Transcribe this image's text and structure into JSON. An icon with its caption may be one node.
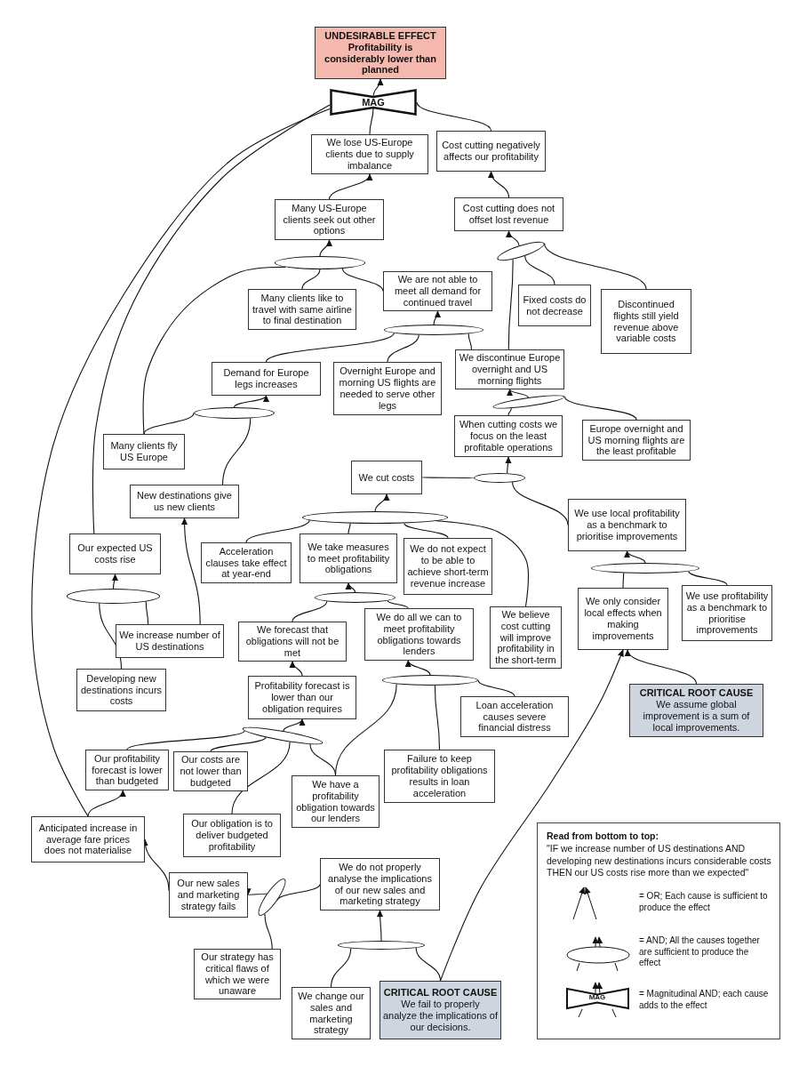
{
  "diagram": {
    "nodes": [
      {
        "text": [
          "UNDESIRABLE EFFECT",
          "Profitability is considerably lower than planned"
        ]
      },
      {
        "text": [
          "MAG"
        ]
      },
      {
        "text": [
          "We lose US-Europe clients due to supply imbalance"
        ]
      },
      {
        "text": [
          "Cost cutting negatively affects our profitability"
        ]
      },
      {
        "text": [
          "Many US-Europe clients seek out other options"
        ]
      },
      {
        "text": [
          "Cost cutting does not offset lost revenue"
        ]
      },
      {
        "text": [],
        "shape": "ellipse"
      },
      {
        "text": [],
        "shape": "ellipse"
      },
      {
        "text": [
          "Many clients like to travel with same airline to final destination"
        ]
      },
      {
        "text": [
          "We are not able to meet all demand for continued travel"
        ]
      },
      {
        "text": [
          "Fixed costs do not decrease"
        ]
      },
      {
        "text": [
          "Discontinued flights still yield revenue above variable costs"
        ]
      },
      {
        "text": [],
        "shape": "ellipse"
      },
      {
        "text": [
          "Demand for Europe legs increases"
        ]
      },
      {
        "text": [
          "Overnight Europe and morning US flights are needed to serve other legs"
        ]
      },
      {
        "text": [
          "We discontinue Europe overnight and US morning flights"
        ]
      },
      {
        "text": [],
        "shape": "ellipse"
      },
      {
        "text": [],
        "shape": "ellipse"
      },
      {
        "text": [
          "Many clients fly US Europe"
        ]
      },
      {
        "text": [
          "When cutting costs we focus on the least profitable operations"
        ]
      },
      {
        "text": [
          "Europe overnight and US morning flights are the least profitable"
        ]
      },
      {
        "text": [
          "We cut costs"
        ]
      },
      {
        "text": [],
        "shape": "ellipse"
      },
      {
        "text": [
          "New destinations give us new clients"
        ]
      },
      {
        "text": [
          "We use local profitability as a benchmark to prioritise improvements"
        ]
      },
      {
        "text": [],
        "shape": "ellipse"
      },
      {
        "text": [
          "Our expected US costs rise"
        ]
      },
      {
        "text": [
          "Acceleration clauses take effect at year-end"
        ]
      },
      {
        "text": [
          "We take measures to meet profitability obligations"
        ]
      },
      {
        "text": [
          "We do not expect to be able to achieve short-term revenue increase"
        ]
      },
      {
        "text": [],
        "shape": "ellipse"
      },
      {
        "text": [],
        "shape": "ellipse"
      },
      {
        "text": [],
        "shape": "ellipse"
      },
      {
        "text": [
          "We believe cost cutting will improve profitability in the short-term"
        ]
      },
      {
        "text": [
          "We only consider local effects when making improvements"
        ]
      },
      {
        "text": [
          "We use profitability as a benchmark to prioritise improvements"
        ]
      },
      {
        "text": [
          "We increase number of US destinations"
        ]
      },
      {
        "text": [
          "We forecast that obligations will not be met"
        ]
      },
      {
        "text": [
          "We do all we can to meet profitability obligations towards lenders"
        ]
      },
      {
        "text": [
          "Developing new destinations incurs costs"
        ]
      },
      {
        "text": [
          "Profitability forecast is lower than our obligation requires"
        ]
      },
      {
        "text": [],
        "shape": "ellipse"
      },
      {
        "text": [
          "Loan acceleration causes severe financial distress"
        ]
      },
      {
        "text": [
          "CRITICAL ROOT CAUSE",
          "We assume global improvement is a sum of local improvements."
        ]
      },
      {
        "text": [],
        "shape": "ellipse"
      },
      {
        "text": [
          "Our profitability forecast is lower than budgeted"
        ]
      },
      {
        "text": [
          "Our costs are not lower than budgeted"
        ]
      },
      {
        "text": [
          "We have a profitability obligation towards our lenders"
        ]
      },
      {
        "text": [
          "Failure to keep profitability obligations results in loan acceleration"
        ]
      },
      {
        "text": [
          "Anticipated increase in average fare prices does not materialise"
        ]
      },
      {
        "text": [
          "Our obligation is to deliver budgeted profitability"
        ]
      },
      {
        "text": [
          "Our new sales and marketing strategy fails"
        ]
      },
      {
        "text": [],
        "shape": "ellipse"
      },
      {
        "text": [
          "We do not properly analyse the implications of our new sales and marketing strategy"
        ]
      },
      {
        "text": [],
        "shape": "ellipse"
      },
      {
        "text": [
          "Our strategy has critical flaws of which we were unaware"
        ]
      },
      {
        "text": [
          "We change our sales and marketing strategy"
        ]
      },
      {
        "text": [
          "CRITICAL ROOT CAUSE",
          "We fail to properly analyze the implications of our decisions."
        ]
      }
    ],
    "edges": [
      {
        "from": 1,
        "to": 0,
        "arrow": "to"
      },
      {
        "from": 2,
        "to": 1,
        "arrow": "none"
      },
      {
        "from": 3,
        "to": 1,
        "arrow": "none"
      },
      {
        "from": 26,
        "to": 1,
        "arrow": "none"
      },
      {
        "from": 49,
        "to": 1,
        "arrow": "none"
      },
      {
        "from": 4,
        "to": 2,
        "arrow": "to"
      },
      {
        "from": 5,
        "to": 3,
        "arrow": "to"
      },
      {
        "from": 6,
        "to": 4,
        "arrow": "to"
      },
      {
        "from": 18,
        "to": 6,
        "arrow": "none"
      },
      {
        "from": 8,
        "to": 6,
        "arrow": "none"
      },
      {
        "from": 9,
        "to": 6,
        "arrow": "none"
      },
      {
        "from": 7,
        "to": 5,
        "arrow": "to"
      },
      {
        "from": 15,
        "to": 7,
        "arrow": "none"
      },
      {
        "from": 10,
        "to": 7,
        "arrow": "none"
      },
      {
        "from": 11,
        "to": 7,
        "arrow": "none"
      },
      {
        "from": 12,
        "to": 9,
        "arrow": "to"
      },
      {
        "from": 13,
        "to": 12,
        "arrow": "none"
      },
      {
        "from": 14,
        "to": 12,
        "arrow": "none"
      },
      {
        "from": 15,
        "to": 12,
        "arrow": "none"
      },
      {
        "from": 16,
        "to": 13,
        "arrow": "to"
      },
      {
        "from": 18,
        "to": 16,
        "arrow": "none"
      },
      {
        "from": 23,
        "to": 16,
        "arrow": "none"
      },
      {
        "from": 17,
        "to": 15,
        "arrow": "to"
      },
      {
        "from": 19,
        "to": 17,
        "arrow": "none"
      },
      {
        "from": 20,
        "to": 17,
        "arrow": "none"
      },
      {
        "from": 22,
        "to": 19,
        "arrow": "to"
      },
      {
        "from": 21,
        "to": 22,
        "arrow": "none"
      },
      {
        "from": 24,
        "to": 22,
        "arrow": "none"
      },
      {
        "from": 25,
        "to": 21,
        "arrow": "to"
      },
      {
        "from": 27,
        "to": 25,
        "arrow": "none"
      },
      {
        "from": 28,
        "to": 25,
        "arrow": "none"
      },
      {
        "from": 29,
        "to": 25,
        "arrow": "none"
      },
      {
        "from": 33,
        "to": 25,
        "arrow": "none"
      },
      {
        "from": 30,
        "to": 24,
        "arrow": "to"
      },
      {
        "from": 34,
        "to": 30,
        "arrow": "none"
      },
      {
        "from": 35,
        "to": 30,
        "arrow": "none"
      },
      {
        "from": 31,
        "to": 26,
        "arrow": "to"
      },
      {
        "from": 39,
        "to": 31,
        "arrow": "none"
      },
      {
        "from": 36,
        "to": 31,
        "arrow": "none"
      },
      {
        "from": 36,
        "to": 23,
        "arrow": "to"
      },
      {
        "from": 32,
        "to": 28,
        "arrow": "to"
      },
      {
        "from": 37,
        "to": 32,
        "arrow": "none"
      },
      {
        "from": 38,
        "to": 32,
        "arrow": "none"
      },
      {
        "from": 40,
        "to": 37,
        "arrow": "to"
      },
      {
        "from": 41,
        "to": 38,
        "arrow": "to"
      },
      {
        "from": 47,
        "to": 41,
        "arrow": "none"
      },
      {
        "from": 48,
        "to": 41,
        "arrow": "none"
      },
      {
        "from": 42,
        "to": 41,
        "arrow": "none"
      },
      {
        "from": 44,
        "to": 40,
        "arrow": "to"
      },
      {
        "from": 45,
        "to": 44,
        "arrow": "none"
      },
      {
        "from": 46,
        "to": 44,
        "arrow": "none"
      },
      {
        "from": 50,
        "to": 44,
        "arrow": "none"
      },
      {
        "from": 47,
        "to": 44,
        "arrow": "none"
      },
      {
        "from": 49,
        "to": 45,
        "arrow": "to"
      },
      {
        "from": 51,
        "to": 49,
        "arrow": "to"
      },
      {
        "from": 52,
        "to": 51,
        "arrow": "to"
      },
      {
        "from": 53,
        "to": 52,
        "arrow": "none"
      },
      {
        "from": 55,
        "to": 52,
        "arrow": "none"
      },
      {
        "from": 54,
        "to": 53,
        "arrow": "to"
      },
      {
        "from": 56,
        "to": 54,
        "arrow": "none"
      },
      {
        "from": 57,
        "to": 54,
        "arrow": "none"
      },
      {
        "from": 57,
        "to": 34,
        "arrow": "to"
      },
      {
        "from": 43,
        "to": 34,
        "arrow": "to"
      }
    ],
    "labels": [
      "Read from bottom to top:",
      "\"IF we increase number of US destinations AND developing new destinations incurs considerable costs THEN our US costs rise more than we expected\"",
      "MAG"
    ],
    "legend": [
      {
        "text": "= OR; Each cause is sufficient to produce the effect"
      },
      {
        "text": "= AND; All the causes together are sufficient to produce the effect"
      },
      {
        "text": "= Magnitudinal AND; each cause adds to the effect"
      }
    ]
  }
}
